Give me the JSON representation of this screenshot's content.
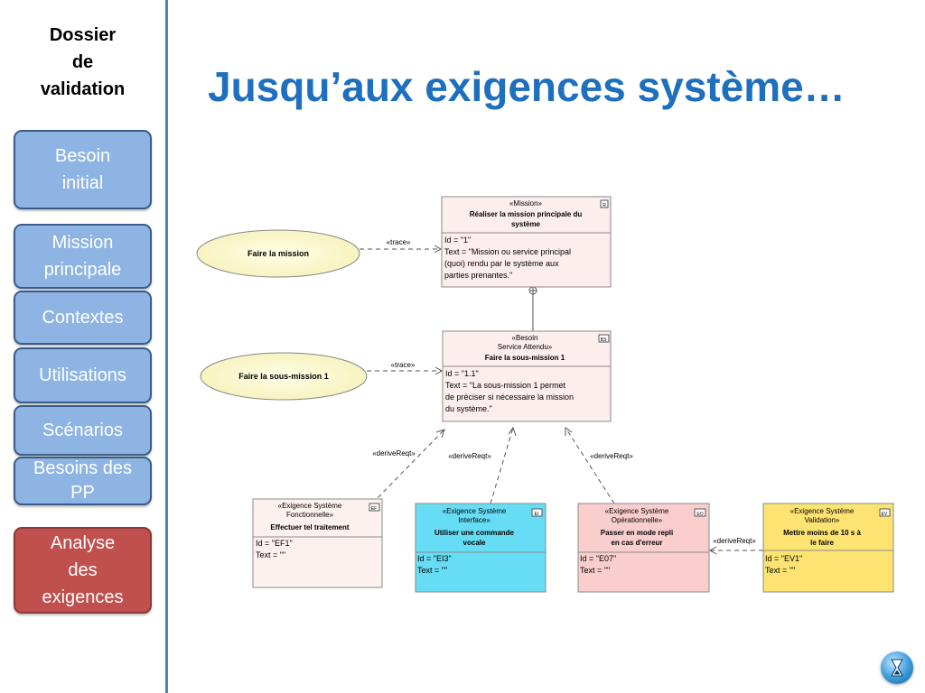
{
  "sidebar": {
    "title_lines": [
      "Dossier",
      "de",
      "validation"
    ],
    "items": [
      {
        "lines": [
          "Besoin",
          "initial"
        ]
      },
      {
        "lines": [
          "Mission",
          "principale"
        ]
      },
      {
        "lines": [
          "Contextes"
        ]
      },
      {
        "lines": [
          "Utilisations"
        ]
      },
      {
        "lines": [
          "Scénarios"
        ]
      },
      {
        "lines": [
          "Besoins des",
          "PP"
        ]
      },
      {
        "lines": [
          "Analyse",
          "des",
          "exigences"
        ],
        "active": true
      }
    ]
  },
  "title": "Jusqu’aux exigences système…",
  "diagram": {
    "usecase_mission": "Faire la mission",
    "usecase_sousmission": "Faire la sous-mission 1",
    "trace_label": "«trace»",
    "derive_label": "«deriveReqt»",
    "mission": {
      "stereotype": "«Mission»",
      "name_lines": [
        "Réaliser la mission principale du",
        "système"
      ],
      "icon": "R",
      "attrs": [
        "Id = \"1\"",
        "Text = \"Mission ou service principal",
        "(quoi) rendu par le système aux",
        "parties prenantes.\""
      ]
    },
    "besoin": {
      "stereotype_lines": [
        "«Besoin",
        "Service Attendu»"
      ],
      "name": "Faire la sous-mission 1",
      "icon": "BS",
      "attrs": [
        "Id = \"1.1\"",
        "Text = \"La sous-mission 1 permet",
        "de préciser si nécessaire la mission",
        "du système.\""
      ]
    },
    "ef": {
      "stereotype_lines": [
        "«Exigence Système",
        "Fonctionnelle»"
      ],
      "name_lines": [
        "Effectuer tel traitement"
      ],
      "icon": "EF",
      "attrs": [
        "Id = \"EF1\"",
        "Text = \"\""
      ]
    },
    "ei": {
      "stereotype_lines": [
        "«Exigence Système",
        "Interface»"
      ],
      "name_lines": [
        "Utiliser une commande",
        "vocale"
      ],
      "icon": "EI",
      "attrs": [
        "Id = \"EI3\"",
        "Text = \"\""
      ]
    },
    "eo": {
      "stereotype_lines": [
        "«Exigence Système",
        "Opérationnelle»"
      ],
      "name_lines": [
        "Passer en mode repli",
        "en cas d'erreur"
      ],
      "icon": "EO",
      "attrs": [
        "Id = \"E07\"",
        "Text = \"\""
      ]
    },
    "ev": {
      "stereotype_lines": [
        "«Exigence Système",
        "Validation»"
      ],
      "name_lines": [
        "Mettre moins de 10 s à",
        "le faire"
      ],
      "icon": "EV",
      "attrs": [
        "Id = \"EV1\"",
        "Text = \"\""
      ]
    }
  },
  "colors": {
    "accent": "#1f6fbf",
    "nav_button": "#8eb4e3",
    "nav_active": "#c0504d",
    "mission_fill": "#fdeeee",
    "ei_fill": "#66ddf5",
    "eo_fill": "#fbcece",
    "ev_fill": "#fde472"
  },
  "nav_icon": "hourglass-icon"
}
